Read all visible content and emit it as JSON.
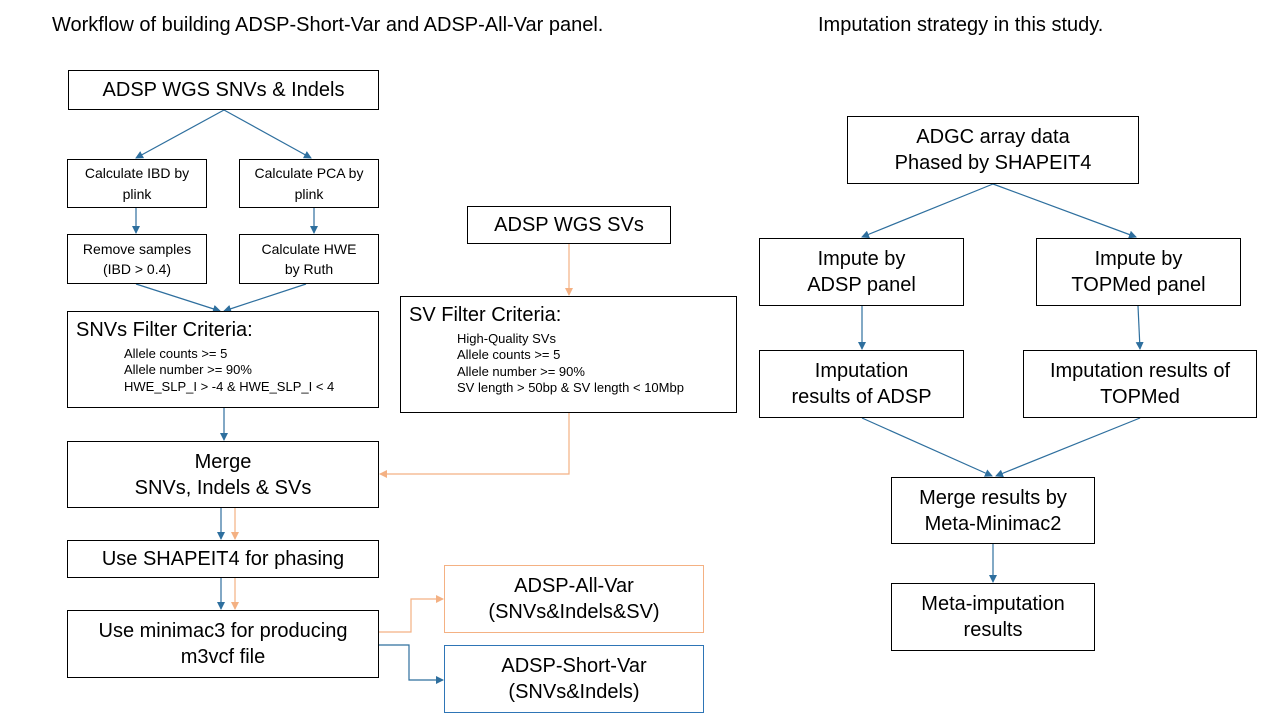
{
  "left": {
    "title": "Workflow of building ADSP-Short-Var and ADSP-All-Var panel.",
    "snv_source": "ADSP WGS SNVs & Indels",
    "ibd": [
      "Calculate IBD by",
      "plink"
    ],
    "pca": [
      "Calculate PCA by",
      "plink"
    ],
    "remove": [
      "Remove samples",
      "(IBD > 0.4)"
    ],
    "hwe": [
      "Calculate HWE",
      "by Ruth"
    ],
    "snv_filter": {
      "heading": "SNVs Filter Criteria:",
      "items": [
        "Allele counts >= 5",
        "Allele number >= 90%",
        "HWE_SLP_I > -4 & HWE_SLP_I < 4"
      ]
    },
    "sv_source": "ADSP WGS SVs",
    "sv_filter": {
      "heading": "SV Filter Criteria:",
      "items": [
        "High-Quality SVs",
        "Allele counts >= 5",
        "Allele number >= 90%",
        "SV length > 50bp & SV length < 10Mbp"
      ]
    },
    "merge": [
      "Merge",
      "SNVs, Indels & SVs"
    ],
    "shapeit": "Use SHAPEIT4 for phasing",
    "minimac": [
      "Use minimac3 for producing",
      "m3vcf file"
    ],
    "all_var": [
      "ADSP-All-Var",
      "(SNVs&Indels&SV)"
    ],
    "short_var": [
      "ADSP-Short-Var",
      "(SNVs&Indels)"
    ]
  },
  "right": {
    "title": "Imputation strategy in this study.",
    "array": [
      "ADGC array data",
      "Phased by SHAPEIT4"
    ],
    "impute_adsp": [
      "Impute by",
      "ADSP panel"
    ],
    "impute_topmed": [
      "Impute by",
      "TOPMed panel"
    ],
    "results_adsp": [
      "Imputation",
      "results of ADSP"
    ],
    "results_topmed": [
      "Imputation results of",
      "TOPMed"
    ],
    "merge": [
      "Merge results by",
      "Meta-Minimac2"
    ],
    "meta": [
      "Meta-imputation",
      "results"
    ]
  },
  "colors": {
    "blue_arrow": "#2e6f9e",
    "orange_arrow": "#f4b183",
    "blue_border": "#2e75b6",
    "orange_border": "#f4b183"
  }
}
